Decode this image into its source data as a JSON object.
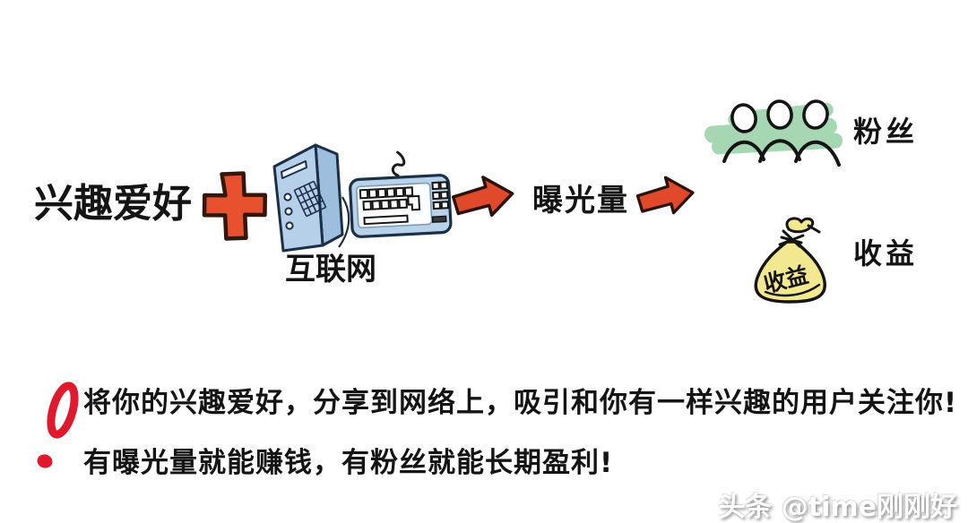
{
  "colors": {
    "background": "#ffffff",
    "ink": "#141414",
    "red_accent": "#e04a2a",
    "plus_red": "#e8512e",
    "exclaim_red": "#e0192d",
    "computer_blue": "#b5d0e8",
    "computer_blue_dark": "#9dbfdd",
    "keyboard_blue": "#b8d3e9",
    "highlight_green": "#a5d7b2",
    "bag_yellow": "#f2e88f",
    "watermark_white": "#ffffff"
  },
  "flow": {
    "hobby_label": "兴趣爱好",
    "internet_label": "互联网",
    "exposure_label": "曝光量",
    "fans_label": "粉丝",
    "income_label": "收益",
    "moneybag_text": "收益"
  },
  "note": {
    "line1": "将你的兴趣爱好，分享到网络上，吸引和你有一样兴趣的用户关注你!",
    "line2": "有曝光量就能赚钱，有粉丝就能长期盈利!"
  },
  "watermark": {
    "text": "头条 @time刚刚好"
  },
  "icons": {
    "plus": "plus-icon",
    "computer_tower": "computer-tower-icon",
    "keyboard": "keyboard-icon",
    "arrow_right_1": "arrow-right-icon",
    "arrow_right_2": "arrow-right-icon",
    "fans_group": "fans-group-icon",
    "money_bag": "money-bag-icon",
    "exclamation": "exclamation-icon"
  }
}
